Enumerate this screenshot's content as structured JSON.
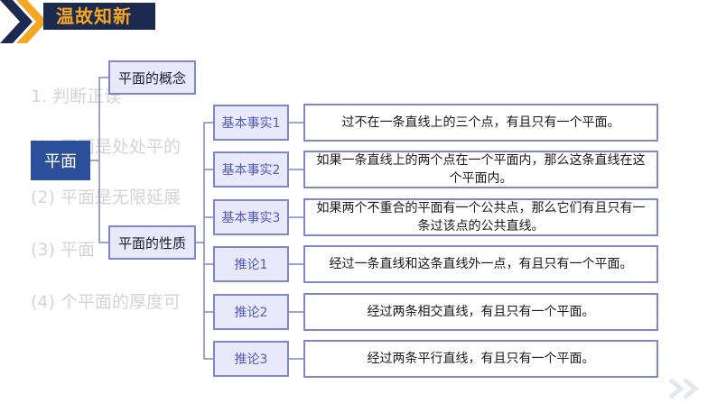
{
  "header": {
    "title": "温故知新"
  },
  "background_text": [
    "1. 判断正误",
    "(1) 平面是处处平的",
    "(2) 平面是无限延展",
    "(3) 平面",
    "(4) 个平面的厚度可"
  ],
  "mind_map": {
    "root": "平面",
    "branches": [
      {
        "label": "平面的概念"
      },
      {
        "label": "平面的性质"
      }
    ],
    "facts": [
      {
        "label": "基本事实1",
        "description": "过不在一条直线上的三个点，有且只有一个平面。"
      },
      {
        "label": "基本事实2",
        "description": "如果一条直线上的两个点在一个平面内，那么这条直线在这个平面内。"
      },
      {
        "label": "基本事实3",
        "description": "如果两个不重合的平面有一个公共点，那么它们有且只有一条过该点的公共直线。"
      },
      {
        "label": "推论1",
        "description": "经过一条直线和这条直线外一点，有且只有一个平面。"
      },
      {
        "label": "推论2",
        "description": "经过两条相交直线，有且只有一个平面。"
      },
      {
        "label": "推论3",
        "description": "经过两条平行直线，有且只有一个平面。"
      }
    ]
  },
  "colors": {
    "header_bg": "#1d2a4f",
    "header_text": "#f5a623",
    "root_fill": "#2c4f9a",
    "node_border": "#7f86c9",
    "node_fill": "#e8e9fb",
    "fact_text": "#4f5ac2"
  },
  "icons": [
    "double-chevron-right-icon"
  ]
}
